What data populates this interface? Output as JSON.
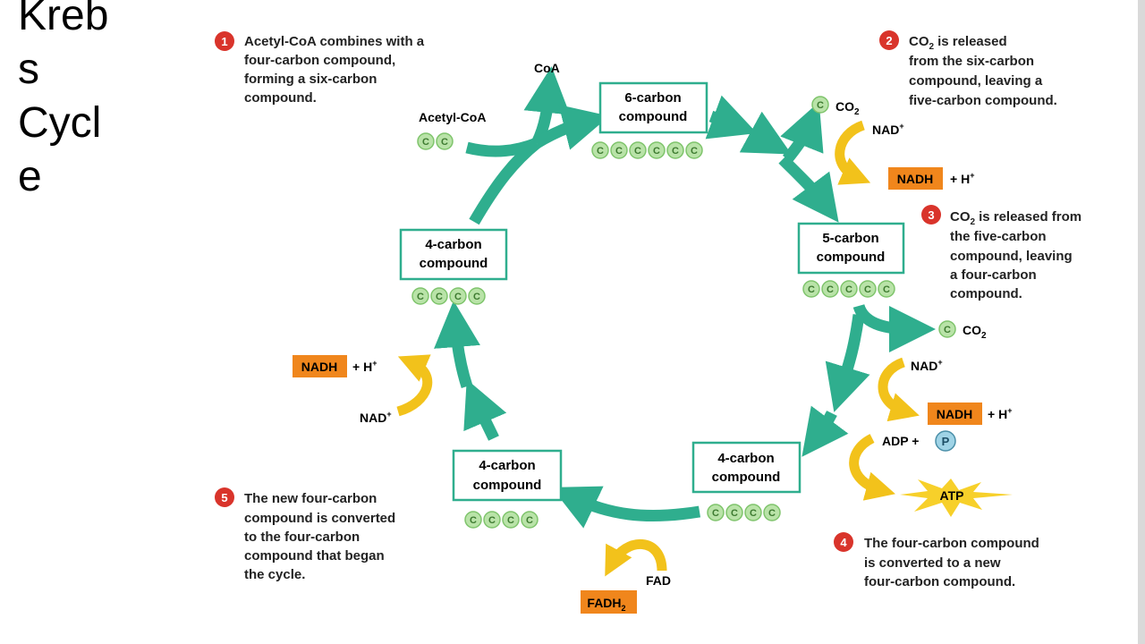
{
  "slide": {
    "title_lines": [
      "Kreb",
      "s",
      "Cycl",
      "e"
    ]
  },
  "colors": {
    "arrow": "#3ab89a",
    "cycle_arrow": "#2fae8e",
    "energy": "#f2c21b",
    "orange": "#f0861c",
    "step_red": "#d9342b",
    "carbon": "#b9e3a8",
    "carbon_stroke": "#7fc46c"
  },
  "compounds": {
    "six": {
      "line1": "6-carbon",
      "line2": "compound",
      "carbons": [
        "C",
        "C",
        "C",
        "C",
        "C",
        "C"
      ]
    },
    "five": {
      "line1": "5-carbon",
      "line2": "compound",
      "carbons": [
        "C",
        "C",
        "C",
        "C",
        "C"
      ]
    },
    "four_bottom_right": {
      "line1": "4-carbon",
      "line2": "compound",
      "carbons": [
        "C",
        "C",
        "C",
        "C"
      ]
    },
    "four_bottom_left": {
      "line1": "4-carbon",
      "line2": "compound",
      "carbons": [
        "C",
        "C",
        "C",
        "C"
      ]
    },
    "four_top_left": {
      "line1": "4-carbon",
      "line2": "compound",
      "carbons": [
        "C",
        "C",
        "C",
        "C"
      ]
    }
  },
  "inputs": {
    "acetyl_coa": "Acetyl-CoA",
    "acetyl_carbons": [
      "C",
      "C"
    ],
    "coa": "CoA",
    "co2_label": "CO",
    "co2_sub": "2",
    "co2_carbon": "C",
    "nad": "NAD",
    "nad_sup": "+",
    "nadh": "NADH",
    "plus_h": "+ H",
    "h_sup": "+",
    "adp": "ADP +",
    "p": "P",
    "atp": "ATP",
    "fad": "FAD",
    "fadh": "FADH",
    "fadh_sub": "2"
  },
  "steps": [
    {
      "num": "1",
      "lines": [
        "Acetyl-CoA combines with a",
        "four-carbon compound,",
        "forming a six-carbon",
        "compound."
      ]
    },
    {
      "num": "2",
      "lines": [
        "is released",
        "from the six-carbon",
        "compound, leaving a",
        "five-carbon compound."
      ]
    },
    {
      "num": "3",
      "lines": [
        "is released from",
        "the five-carbon",
        "compound, leaving",
        "a four-carbon",
        "compound."
      ]
    },
    {
      "num": "4",
      "lines": [
        "The four-carbon compound",
        "is converted to a new",
        "four-carbon compound."
      ]
    },
    {
      "num": "5",
      "lines": [
        "The new four-carbon",
        "compound is converted",
        "to the four-carbon",
        "compound that began",
        "the cycle."
      ]
    }
  ]
}
